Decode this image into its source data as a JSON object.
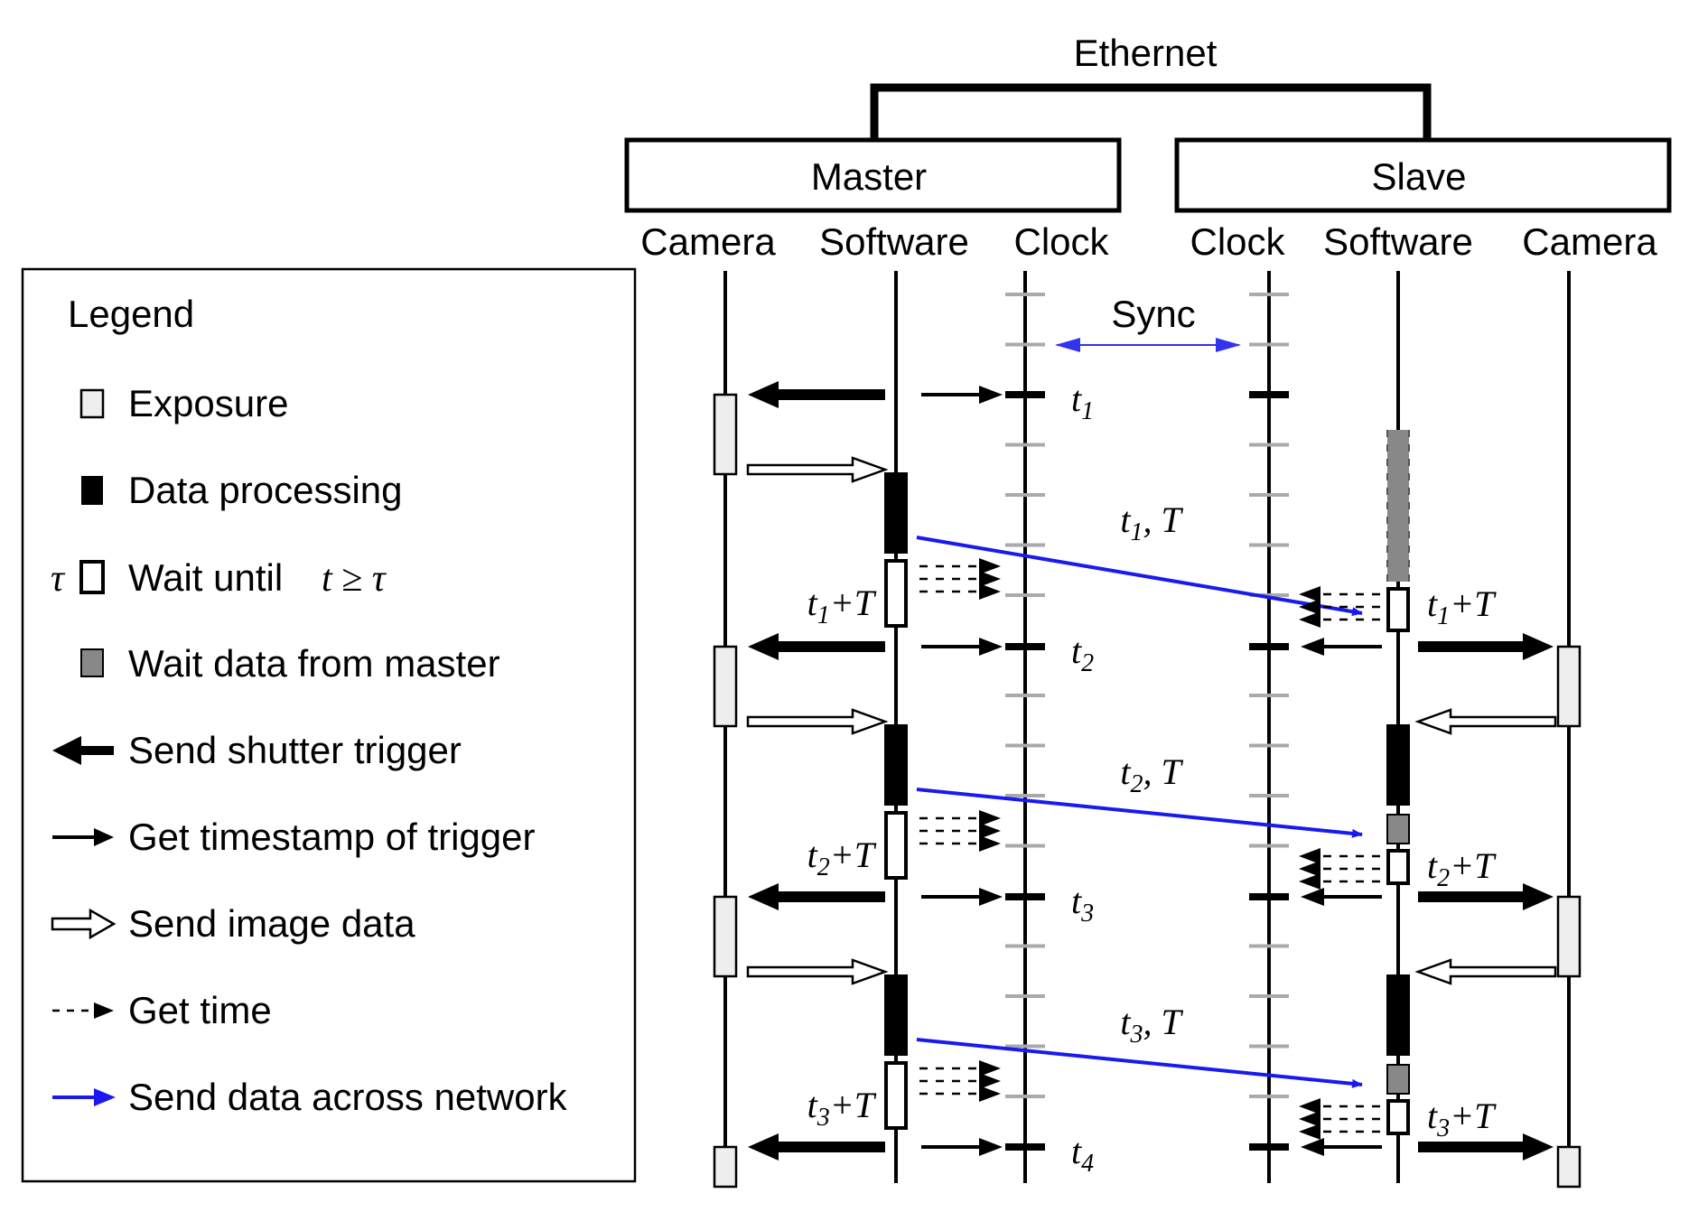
{
  "network": {
    "label": "Ethernet"
  },
  "nodes": {
    "master": {
      "label": "Master"
    },
    "slave": {
      "label": "Slave"
    }
  },
  "lanes": {
    "master_camera": "Camera",
    "master_software": "Software",
    "master_clock": "Clock",
    "slave_clock": "Clock",
    "slave_software": "Software",
    "slave_camera": "Camera"
  },
  "sync": {
    "label": "Sync",
    "color": "#3333ee"
  },
  "legend": {
    "title": "Legend",
    "items": [
      {
        "key": "exposure",
        "label": "Exposure"
      },
      {
        "key": "processing",
        "label": "Data processing"
      },
      {
        "key": "wait",
        "symbol": "τ",
        "label": "Wait until",
        "condition": "t ≥ τ"
      },
      {
        "key": "wait_master",
        "label": "Wait data from master"
      },
      {
        "key": "shutter",
        "label": "Send shutter trigger"
      },
      {
        "key": "timestamp",
        "label": "Get timestamp of trigger"
      },
      {
        "key": "image",
        "label": "Send image data"
      },
      {
        "key": "gettime",
        "label": "Get time"
      },
      {
        "key": "network",
        "label": "Send data across network"
      }
    ]
  },
  "timestamps": [
    {
      "base": "t",
      "sub": "1"
    },
    {
      "base": "t",
      "sub": "2"
    },
    {
      "base": "t",
      "sub": "3"
    },
    {
      "base": "t",
      "sub": "4"
    }
  ],
  "messages": [
    {
      "base": "t",
      "sub": "1",
      "suffix": ", T"
    },
    {
      "base": "t",
      "sub": "2",
      "suffix": ", T"
    },
    {
      "base": "t",
      "sub": "3",
      "suffix": ", T"
    }
  ],
  "wait_targets": [
    {
      "base": "t",
      "sub": "1",
      "suffix": "+T"
    },
    {
      "base": "t",
      "sub": "2",
      "suffix": "+T"
    },
    {
      "base": "t",
      "sub": "3",
      "suffix": "+T"
    }
  ],
  "colors": {
    "exposure": "#eeeeee",
    "processing": "#000000",
    "wait_master": "#888888",
    "network": "#1a1aee",
    "tick": "#aaaaaa"
  }
}
